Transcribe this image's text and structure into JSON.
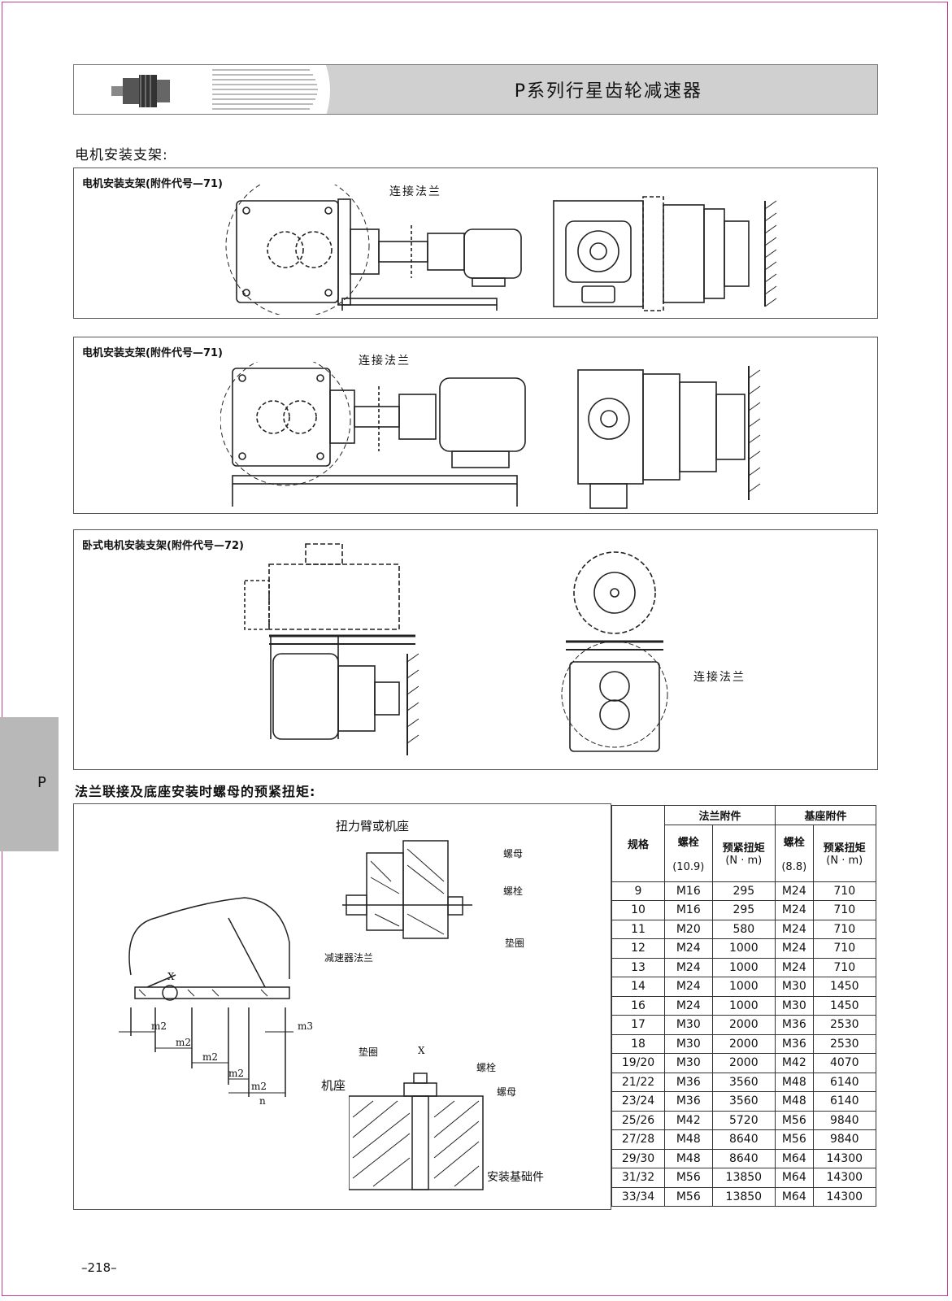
{
  "header": {
    "title": "P系列行星齿轮减速器"
  },
  "section_motor": {
    "title": "电机安装支架:"
  },
  "panels": [
    {
      "label": "电机安装支架(附件代号—71)",
      "callout": "连接法兰"
    },
    {
      "label": "电机安装支架(附件代号—71)",
      "callout": "连接法兰"
    },
    {
      "label": "卧式电机安装支架(附件代号—72)",
      "callout": "连接法兰"
    }
  ],
  "side_tab": {
    "label": "P"
  },
  "section_torque": {
    "title": "法兰联接及底座安装时螺母的预紧扭矩:"
  },
  "diagram_labels": {
    "torque_arm": "扭力臂或机座",
    "nut": "螺母",
    "bolt": "螺栓",
    "washer": "垫圈",
    "reducer_flange": "减速器法兰",
    "x": "X",
    "m2": "m2",
    "m3": "m3",
    "n": "n",
    "x2": "X",
    "washer2": "垫圈",
    "bolt2": "螺栓",
    "nut2": "螺母",
    "base": "机座",
    "foundation": "安装基础件"
  },
  "table": {
    "col_spec": "规格",
    "group_flange": "法兰附件",
    "group_base": "基座附件",
    "bolt": "螺栓",
    "preload_torque": "预紧扭矩",
    "grade_flange": "(10.9)",
    "grade_base": "(8.8)",
    "unit": "(N · m)",
    "rows": [
      [
        "9",
        "M16",
        "295",
        "M24",
        "710"
      ],
      [
        "10",
        "M16",
        "295",
        "M24",
        "710"
      ],
      [
        "11",
        "M20",
        "580",
        "M24",
        "710"
      ],
      [
        "12",
        "M24",
        "1000",
        "M24",
        "710"
      ],
      [
        "13",
        "M24",
        "1000",
        "M24",
        "710"
      ],
      [
        "14",
        "M24",
        "1000",
        "M30",
        "1450"
      ],
      [
        "16",
        "M24",
        "1000",
        "M30",
        "1450"
      ],
      [
        "17",
        "M30",
        "2000",
        "M36",
        "2530"
      ],
      [
        "18",
        "M30",
        "2000",
        "M36",
        "2530"
      ],
      [
        "19/20",
        "M30",
        "2000",
        "M42",
        "4070"
      ],
      [
        "21/22",
        "M36",
        "3560",
        "M48",
        "6140"
      ],
      [
        "23/24",
        "M36",
        "3560",
        "M48",
        "6140"
      ],
      [
        "25/26",
        "M42",
        "5720",
        "M56",
        "9840"
      ],
      [
        "27/28",
        "M48",
        "8640",
        "M56",
        "9840"
      ],
      [
        "29/30",
        "M48",
        "8640",
        "M64",
        "14300"
      ],
      [
        "31/32",
        "M56",
        "13850",
        "M64",
        "14300"
      ],
      [
        "33/34",
        "M56",
        "13850",
        "M64",
        "14300"
      ]
    ]
  },
  "footer": {
    "page_number": "–218–"
  }
}
